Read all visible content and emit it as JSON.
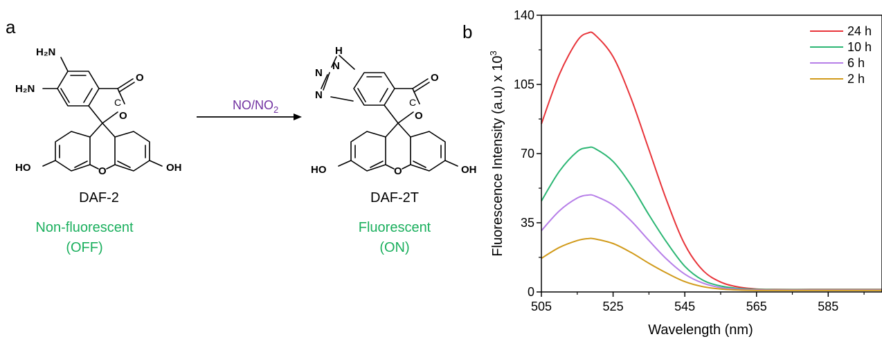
{
  "panel_a": {
    "label": "a",
    "reactant": {
      "name": "DAF-2",
      "state_line1": "Non-fluorescent",
      "state_line2": "(OFF)",
      "atoms": {
        "nh2_top": "H₂N",
        "nh2_left": "H₂N",
        "carbonyl_o": "O",
        "ring_o": "O",
        "xanthene_o": "O",
        "oh_left": "HO",
        "oh_right": "OH",
        "c_label": "C"
      }
    },
    "reagent": {
      "text": "NO/NO",
      "subscript": "2"
    },
    "product": {
      "name": "DAF-2T",
      "state_line1": "Fluorescent",
      "state_line2": "(ON)",
      "atoms": {
        "nh": "N",
        "h": "H",
        "n1": "N",
        "n2": "N",
        "carbonyl_o": "O",
        "ring_o": "O",
        "xanthene_o": "O",
        "oh_left": "HO",
        "oh_right": "OH",
        "c_label": "C"
      }
    },
    "colors": {
      "state_text": "#1aaf5d",
      "reagent_text": "#7030a0"
    }
  },
  "panel_b": {
    "label": "b"
  },
  "chart_data": {
    "type": "line",
    "xlabel": "Wavelength (nm)",
    "ylabel": "Fluorescence Intensity (a.u) x 10",
    "ylabel_superscript": "3",
    "xlim": [
      505,
      600
    ],
    "ylim": [
      0,
      140
    ],
    "xticks": [
      505,
      525,
      545,
      565,
      585
    ],
    "yticks": [
      0,
      35,
      70,
      105,
      140
    ],
    "grid": false,
    "legend_position": "top-right",
    "x": [
      505,
      510,
      515,
      518,
      520,
      525,
      530,
      535,
      540,
      545,
      550,
      555,
      560,
      565,
      570,
      580,
      590,
      600
    ],
    "series": [
      {
        "name": "24 h",
        "color": "#e8343a",
        "values": [
          85,
          110,
          127,
          131,
          130,
          119,
          98,
          72,
          46,
          24,
          11,
          5,
          2.5,
          1.5,
          1.3,
          1.3,
          1.3,
          1.3
        ]
      },
      {
        "name": "10 h",
        "color": "#2bb673",
        "values": [
          46,
          61,
          71,
          73,
          72.5,
          66,
          54,
          39,
          25,
          13,
          6,
          3,
          1.8,
          1.3,
          1.2,
          1.2,
          1.2,
          1.2
        ]
      },
      {
        "name": "6 h",
        "color": "#b67ee8",
        "values": [
          31,
          41,
          47.5,
          49,
          48.5,
          44,
          36,
          26,
          16.5,
          9,
          4.5,
          2.2,
          1.4,
          1.1,
          1.0,
          1.0,
          1.0,
          1.0
        ]
      },
      {
        "name": "2 h",
        "color": "#d19a1a",
        "values": [
          17,
          22.5,
          26,
          27,
          26.8,
          24.5,
          20,
          14.5,
          9.5,
          5.2,
          2.7,
          1.5,
          1.0,
          0.8,
          0.8,
          0.8,
          0.8,
          0.8
        ]
      }
    ]
  }
}
